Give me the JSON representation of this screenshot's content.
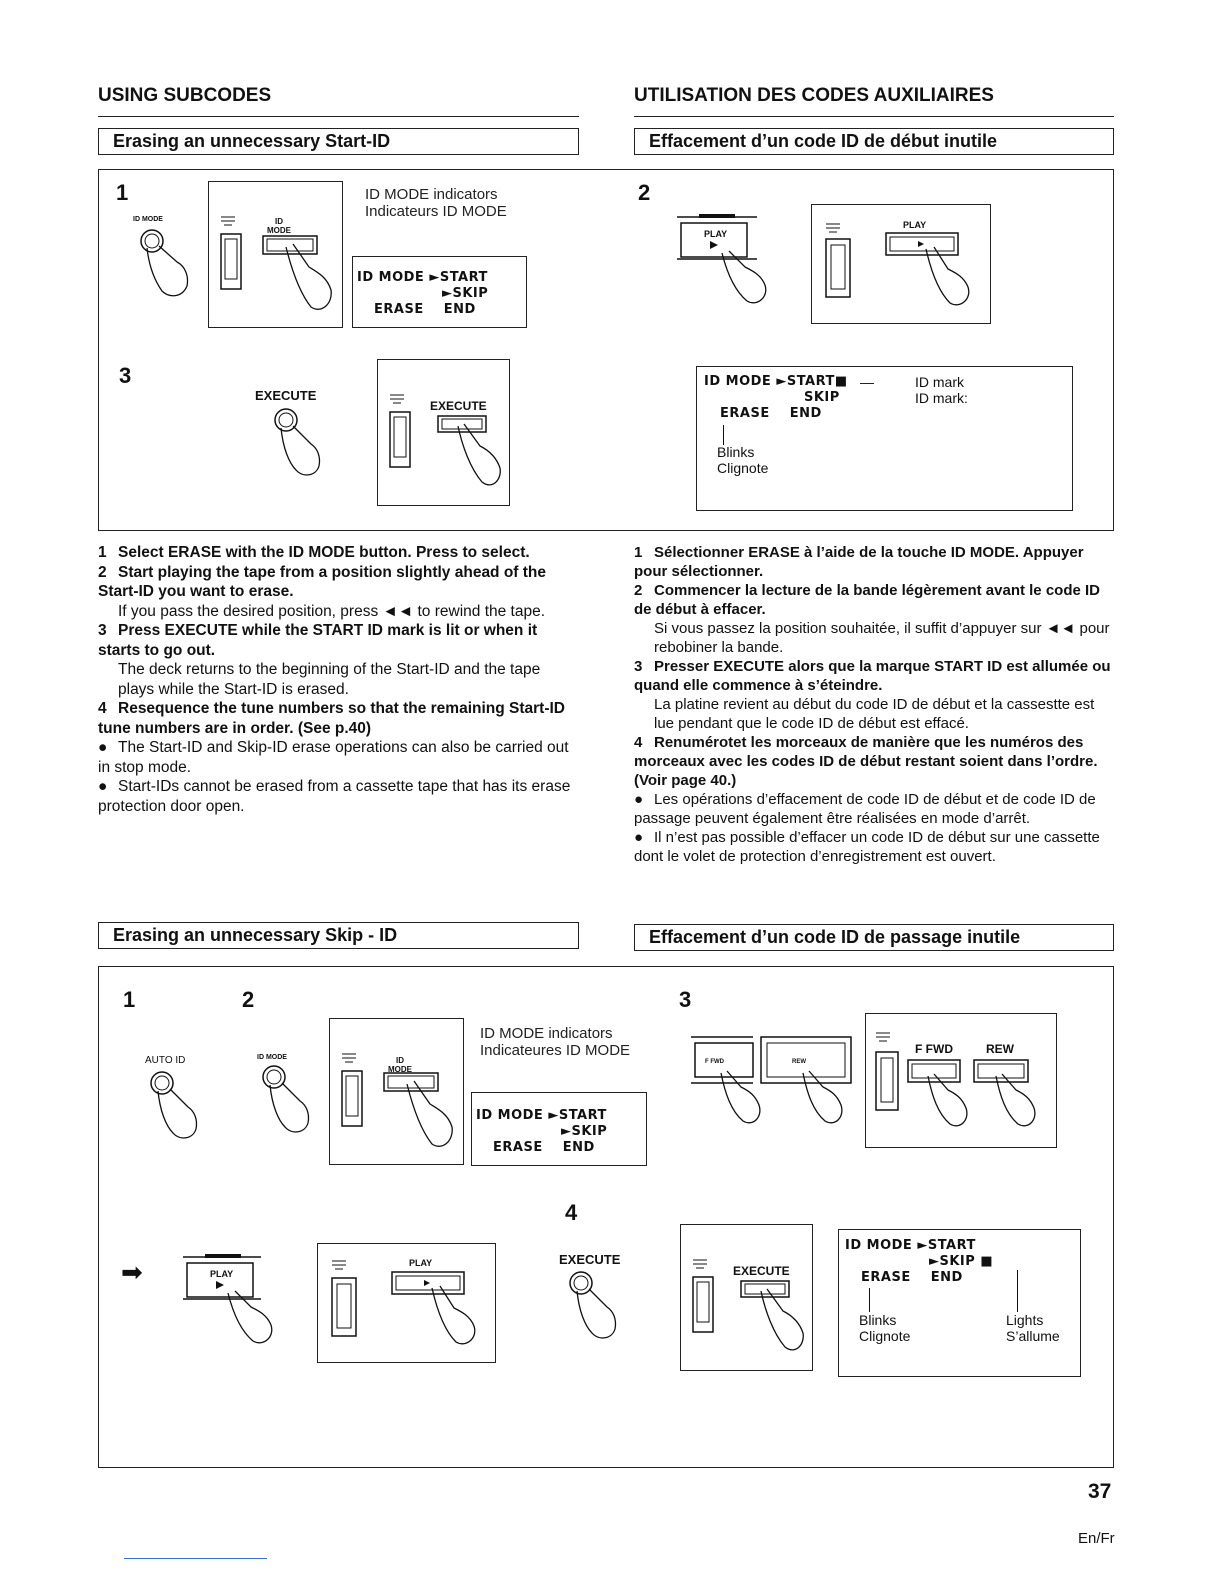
{
  "header": {
    "left_title": "USING SUBCODES",
    "right_title": "UTILISATION DES CODES AUXILIAIRES"
  },
  "section1": {
    "title_en": "Erasing an unnecessary Start-ID",
    "title_fr": "Effacement d’un code ID de début inutile",
    "steps": {
      "s1": "1",
      "s2": "2",
      "s3": "3"
    },
    "labels": {
      "id_mode_small": "ID MODE",
      "id_mode_stack": "ID\nMODE",
      "play": "PLAY",
      "execute": "EXECUTE"
    },
    "indicators": {
      "en": "ID MODE indicators",
      "fr": "Indicateurs ID MODE"
    },
    "lcd": {
      "line1": "ID MODE ►START",
      "line2": "►SKIP",
      "line3": "ERASE    END"
    },
    "display2": {
      "line1": "ID MODE ►START■",
      "dash": "—",
      "mark_en": "ID mark",
      "line2": "SKIP",
      "mark_fr": "ID mark:",
      "line3": "ERASE    END",
      "blinks": "Blinks",
      "clignote": "Clignote"
    }
  },
  "instructions_en": {
    "i1_num": "1",
    "i1": "Select ERASE with the ID MODE button. Press to select.",
    "i2_num": "2",
    "i2": "Start playing the tape from a position slightly ahead of the Start-ID you want to erase.",
    "i2_note": "If you pass the desired position, press ◄◄ to rewind the tape.",
    "i3_num": "3",
    "i3": "Press EXECUTE while the START ID mark is lit or when it starts to go out.",
    "i3_note": "The deck returns to the beginning of the Start-ID and the tape plays while the Start-ID is erased.",
    "i4_num": "4",
    "i4": "Resequence the tune numbers so that the remaining Start-ID tune numbers are in order. (See p.40)",
    "b1": "The Start-ID and Skip-ID erase operations can also be carried out in stop mode.",
    "b2": "Start-IDs cannot be erased from a cassette tape that has its erase protection door open.",
    "bullet": "●"
  },
  "instructions_fr": {
    "i1_num": "1",
    "i1": "Sélectionner ERASE à l’aide de la touche ID MODE. Appuyer pour sélectionner.",
    "i2_num": "2",
    "i2": "Commencer la lecture de la bande légèrement avant le code ID de début à effacer.",
    "i2_note": "Si vous passez la position souhaitée, il suffit d’appuyer sur ◄◄ pour rebobiner la bande.",
    "i3_num": "3",
    "i3": "Presser EXECUTE alors que la marque START ID est allumée ou quand elle commence à s’éteindre.",
    "i3_note": "La platine revient au début du code ID de début et la cassestte est lue pendant que le code ID de début est effacé.",
    "i4_num": "4",
    "i4": "Renumérotet les morceaux de manière que les numéros des morceaux avec les codes ID de début restant soient dans l’ordre. (Voir page 40.)",
    "b1": "Les opérations d’effacement de code ID de début et de code ID de passage peuvent également être réalisées en mode d’arrêt.",
    "b2": "Il n’est pas possible d’effacer un code ID de début sur une cassette dont le volet de protection d’enregistrement est ouvert.",
    "bullet": "●"
  },
  "section2": {
    "title_en": "Erasing an unnecessary Skip - ID",
    "title_fr": "Effacement d’un code ID de passage inutile",
    "steps": {
      "s1": "1",
      "s2": "2",
      "s3": "3",
      "s4": "4"
    },
    "labels": {
      "auto_id": "AUTO ID",
      "id_mode_small": "ID MODE",
      "play": "PLAY",
      "execute": "EXECUTE",
      "f_fwd": "F FWD",
      "rew": "REW",
      "f_fwd_small": "F FWD",
      "rew_small": "REW"
    },
    "indicators": {
      "en": "ID MODE indicators",
      "fr": "Indicateures ID MODE"
    },
    "lcd": {
      "line1": "ID MODE ►START",
      "line2": "►SKIP",
      "line3": "ERASE    END"
    },
    "display4": {
      "line1": "ID MODE ►START",
      "line2": "►SKIP ■",
      "line3": "ERASE    END",
      "blinks": "Blinks",
      "clignote": "Clignote",
      "lights": "Lights",
      "sallume": "S’allume"
    }
  },
  "footer": {
    "page": "37",
    "lang": "En/Fr"
  }
}
